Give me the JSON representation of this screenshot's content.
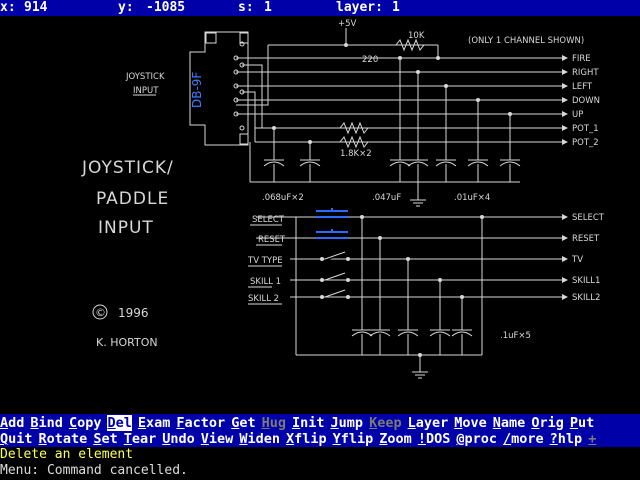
{
  "status": {
    "x_label": "x:",
    "x_value": "914",
    "y_label": "y:",
    "y_value": "-1085",
    "s_label": "s:",
    "s_value": "1",
    "layer_label": "layer:",
    "layer_value": "1"
  },
  "schematic": {
    "connector_label": "DB-9F",
    "joystick_label_1": "JOYSTICK",
    "joystick_label_2": "INPUT",
    "vcc": "+5V",
    "r_10k": "10K",
    "r_220": "220",
    "note": "(ONLY 1 CHANNEL SHOWN)",
    "r_18k": "1.8K×2",
    "c1": ".068uF×2",
    "c2": ".047uF",
    "c3": ".01uF×4",
    "c4": ".1uF×5",
    "out_fire": "FIRE",
    "out_right": "RIGHT",
    "out_left": "LEFT",
    "out_down": "DOWN",
    "out_up": "UP",
    "out_pot1": "POT_1",
    "out_pot2": "POT_2",
    "sw_select": "SELECT",
    "sw_reset": "RESET",
    "sw_tvtype": "TV TYPE",
    "sw_skill1": "SKILL 1",
    "sw_skill2": "SKILL 2",
    "out_select": "SELECT",
    "out_reset": "RESET",
    "out_tv": "TV",
    "out_skill1": "SKILL1",
    "out_skill2": "SKILL2",
    "title_1": "JOYSTICK/",
    "title_2": "PADDLE",
    "title_3": "INPUT",
    "copyright_symbol": "©",
    "year": "1996",
    "author": "K. HORTON"
  },
  "menu": {
    "row1": [
      {
        "key": "A",
        "rest": "dd",
        "state": "normal"
      },
      {
        "key": "B",
        "rest": "ind",
        "state": "normal"
      },
      {
        "key": "C",
        "rest": "opy",
        "state": "normal"
      },
      {
        "key": "D",
        "rest": "el",
        "state": "selected"
      },
      {
        "key": "E",
        "rest": "xam",
        "state": "normal"
      },
      {
        "key": "F",
        "rest": "actor",
        "state": "normal"
      },
      {
        "key": "G",
        "rest": "et",
        "state": "normal"
      },
      {
        "key": "H",
        "rest": "ug",
        "state": "disabled"
      },
      {
        "key": "I",
        "rest": "nit",
        "state": "normal"
      },
      {
        "key": "J",
        "rest": "ump",
        "state": "normal"
      },
      {
        "key": "K",
        "rest": "eep",
        "state": "disabled"
      },
      {
        "key": "L",
        "rest": "ayer",
        "state": "normal"
      },
      {
        "key": "M",
        "rest": "ove",
        "state": "normal"
      },
      {
        "key": "N",
        "rest": "ame",
        "state": "normal"
      },
      {
        "key": "O",
        "rest": "rig",
        "state": "normal"
      },
      {
        "key": "P",
        "rest": "ut",
        "state": "normal"
      }
    ],
    "row2": [
      {
        "key": "Q",
        "rest": "uit",
        "state": "normal"
      },
      {
        "key": "R",
        "rest": "otate",
        "state": "normal"
      },
      {
        "key": "S",
        "rest": "et",
        "state": "normal"
      },
      {
        "key": "T",
        "rest": "ear",
        "state": "normal"
      },
      {
        "key": "U",
        "rest": "ndo",
        "state": "normal"
      },
      {
        "key": "V",
        "rest": "iew",
        "state": "normal"
      },
      {
        "key": "W",
        "rest": "iden",
        "state": "normal"
      },
      {
        "key": "X",
        "rest": "flip",
        "state": "normal"
      },
      {
        "key": "Y",
        "rest": "flip",
        "state": "normal"
      },
      {
        "key": "Z",
        "rest": "oom",
        "state": "normal"
      },
      {
        "key": "!",
        "rest": "DOS",
        "state": "normal"
      },
      {
        "key": "@",
        "rest": "proc",
        "state": "normal"
      },
      {
        "key": "/",
        "rest": "more",
        "state": "normal"
      },
      {
        "key": "?",
        "rest": "hlp",
        "state": "normal"
      },
      {
        "key": "+",
        "rest": "",
        "state": "disabled"
      }
    ]
  },
  "hint": "Delete an element",
  "message_label": "Menu:",
  "message": "Command cancelled."
}
